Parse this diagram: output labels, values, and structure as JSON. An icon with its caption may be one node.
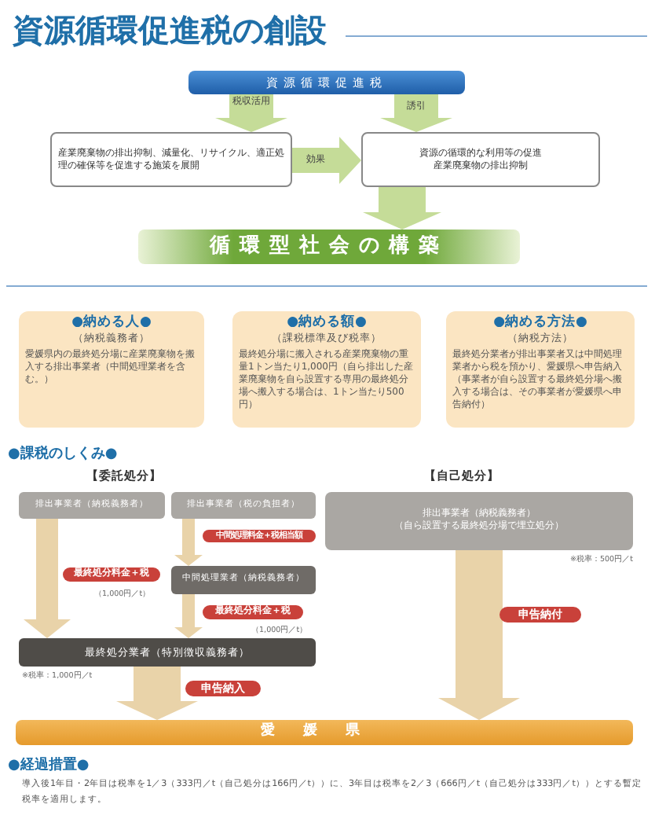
{
  "diagram": {
    "title": "資源循環促進税の創設",
    "nodes": [
      {
        "text": [
          "資源循環促進税"
        ]
      },
      {
        "text": [
          "産業廃棄物の排出抑制、減量化、リサイクル、適正処理の確保等を促進する施策を展開"
        ]
      },
      {
        "text": [
          "資源の循環的な利用等の促進",
          "産業廃棄物の排出抑制"
        ]
      },
      {
        "text": [
          "循環型社会の構築"
        ]
      },
      {
        "text": [
          "●納める人●",
          "（納税義務者）",
          "愛媛県内の最終処分場に産業廃棄物を搬入する排出事業者（中間処理業者を含む。）"
        ]
      },
      {
        "text": [
          "●納める額●",
          "（課税標準及び税率）",
          "最終処分場に搬入される産業廃棄物の重量1トン当たり1,000円（自ら排出した産業廃棄物を自ら設置する専用の最終処分場へ搬入する場合は、1トン当たり500円）"
        ]
      },
      {
        "text": [
          "●納める方法●",
          "（納税方法）",
          "最終処分業者が排出事業者又は中間処理業者から税を預かり、愛媛県へ申告納入（事業者が自ら設置する最終処分場へ搬入する場合は、その事業者が愛媛県へ申告納付）"
        ]
      },
      {
        "text": [
          "排出事業者（納税義務者）"
        ]
      },
      {
        "text": [
          "排出事業者（税の負担者）"
        ]
      },
      {
        "text": [
          "中間処理業者（納税義務者）"
        ]
      },
      {
        "text": [
          "最終処分業者（特別徴収義務者）"
        ],
        "beside": [
          "※税率：1,000円／t"
        ]
      },
      {
        "text": [
          "排出事業者（納税義務者）",
          "（自ら設置する最終処分場で埋立処分）"
        ],
        "beside": [
          "※税率：500円／t"
        ]
      },
      {
        "text": [
          "愛媛県"
        ]
      }
    ],
    "edges": [
      {
        "from": 0,
        "to": 1,
        "arrow": "to",
        "label": "税収活用",
        "color": "#c5dc98"
      },
      {
        "from": 0,
        "to": 2,
        "arrow": "to",
        "label": "誘引",
        "color": "#c5dc98"
      },
      {
        "from": 1,
        "to": 2,
        "arrow": "to",
        "label": "効果",
        "color": "#c5dc98"
      },
      {
        "from": 2,
        "to": 3,
        "arrow": "to",
        "color": "#c5dc98"
      },
      {
        "from": 7,
        "to": 10,
        "arrow": "to",
        "label": "最終処分料金＋税"
      },
      {
        "from": 8,
        "to": 9,
        "arrow": "to",
        "label": "中間処理料金＋税相当額"
      },
      {
        "from": 9,
        "to": 10,
        "arrow": "to",
        "label": "最終処分料金＋税"
      },
      {
        "from": 10,
        "to": 12,
        "arrow": "to",
        "label": "申告納入"
      },
      {
        "from": 11,
        "to": 12,
        "arrow": "to",
        "label": "申告納付"
      }
    ],
    "labels": [
      "●課税のしくみ●",
      "【委託処分】",
      "【自己処分】",
      "（1,000円／t）",
      "（1,000円／t）",
      "●経過措置●",
      "導入後1年目・2年目は税率を1／3（333円／t（自己処分は166円／t））に、3年目は税率を2／3（666円／t（自己処分は333円／t））とする暫定税率を適用します。"
    ]
  }
}
